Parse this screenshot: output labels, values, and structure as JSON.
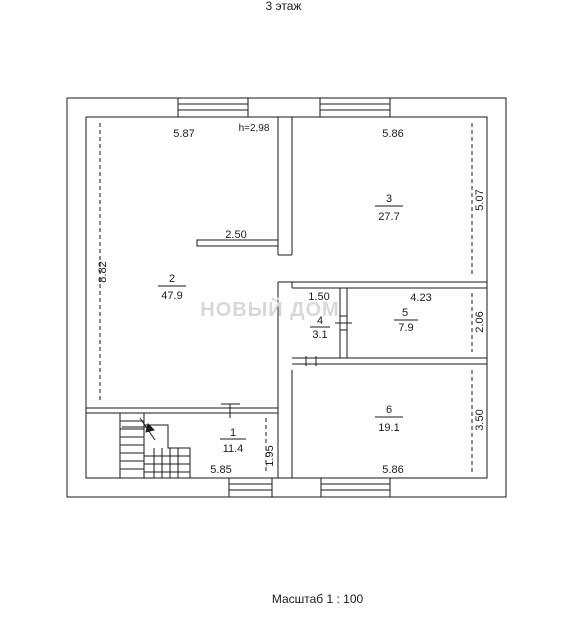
{
  "heading": "3 этаж",
  "scale_label": "Масштаб 1 : 100",
  "ceiling_height": "h=2,98",
  "watermark": "НОВЫЙ ДОМ",
  "rooms": [
    {
      "number": "1",
      "area": "11.4"
    },
    {
      "number": "2",
      "area": "47.9"
    },
    {
      "number": "3",
      "area": "27.7"
    },
    {
      "number": "4",
      "area": "3.1"
    },
    {
      "number": "5",
      "area": "7.9"
    },
    {
      "number": "6",
      "area": "19.1"
    }
  ],
  "dimensions": {
    "room2_width": "5.87",
    "room2_height": "8.82",
    "room2_partition": "2.50",
    "room3_width": "5.86",
    "room3_height": "5.07",
    "room4_width": "1.50",
    "room5_width": "4.23",
    "room5_height": "2.06",
    "room6_height": "3.50",
    "room6_width": "5.86",
    "room1_width": "5.85",
    "room1_height": "1.95"
  },
  "colors": {
    "wall": "#1a1a1a",
    "background": "#ffffff",
    "watermark": "#d8d8d8"
  }
}
